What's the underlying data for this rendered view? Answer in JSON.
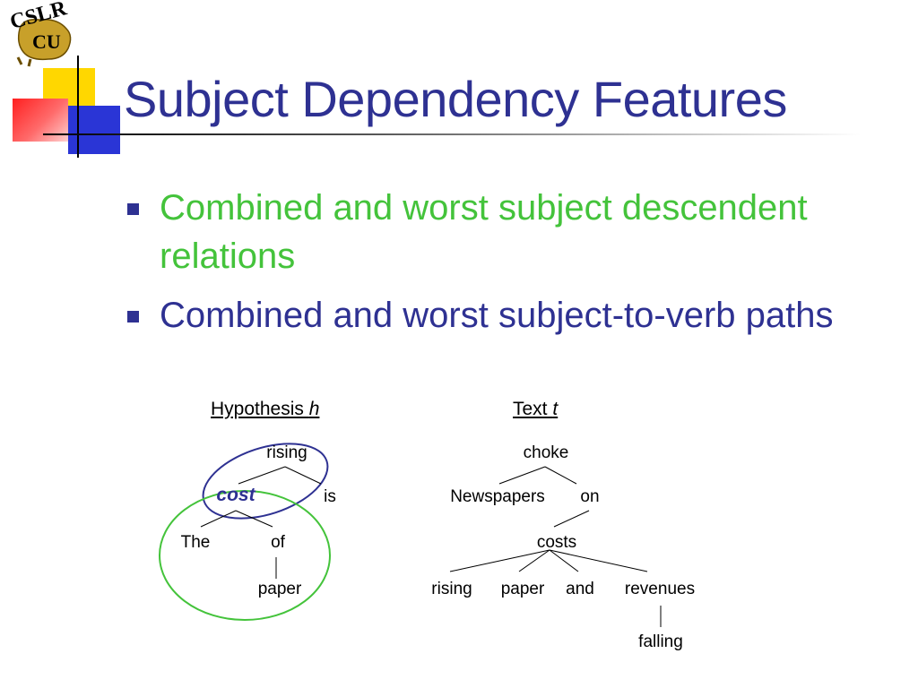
{
  "logo": {
    "text": "CSLR",
    "monogram": "CU",
    "icon": "buffalo-logo-icon"
  },
  "title": "Subject Dependency Features",
  "bullets": [
    {
      "text": "Combined and worst subject descendent relations",
      "color": "#44c33b"
    },
    {
      "text": "Combined and worst subject-to-verb paths",
      "color": "#2e3192"
    }
  ],
  "hypothesis": {
    "label": "Hypothesis ",
    "label_var": "h",
    "nodes": {
      "rising": "rising",
      "cost": "cost",
      "is": "is",
      "the": "The",
      "of": "of",
      "paper": "paper"
    },
    "highlights": {
      "subject_relation_ellipse": "#2e3192",
      "subject_subtree_ellipse": "#44c33b"
    }
  },
  "text": {
    "label": "Text ",
    "label_var": "t",
    "nodes": {
      "choke": "choke",
      "newspapers": "Newspapers",
      "on": "on",
      "costs": "costs",
      "rising": "rising",
      "paper": "paper",
      "and": "and",
      "revenues": "revenues",
      "falling": "falling"
    }
  }
}
